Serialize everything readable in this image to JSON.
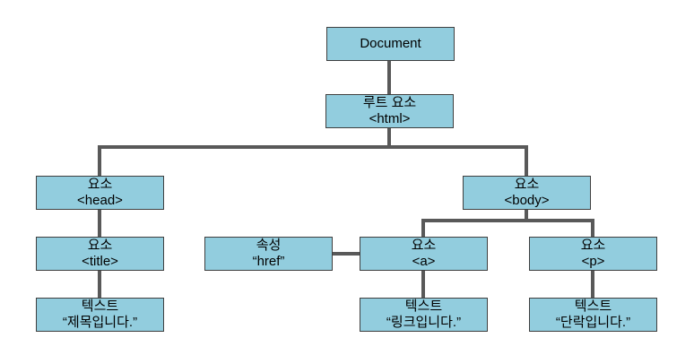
{
  "diagram": {
    "colors": {
      "background": "#ffffff",
      "node_fill": "#92cdde",
      "node_border": "#3f3f3f",
      "connector": "#595959",
      "text": "#000000"
    },
    "nodes": {
      "document": {
        "line1": "Document"
      },
      "html": {
        "line1": "루트 요소",
        "line2": "<html>"
      },
      "head": {
        "line1": "요소",
        "line2": "<head>"
      },
      "body": {
        "line1": "요소",
        "line2": "<body>"
      },
      "title": {
        "line1": "요소",
        "line2": "<title>"
      },
      "attr_href": {
        "line1": "속성",
        "line2": "“href”"
      },
      "a": {
        "line1": "요소",
        "line2": "<a>"
      },
      "p": {
        "line1": "요소",
        "line2": "<p>"
      },
      "text_title": {
        "line1": "텍스트",
        "line2": "“제목입니다.”"
      },
      "text_link": {
        "line1": "텍스트",
        "line2": "“링크입니다.”"
      },
      "text_para": {
        "line1": "텍스트",
        "line2": "“단락입니다.”"
      }
    }
  }
}
